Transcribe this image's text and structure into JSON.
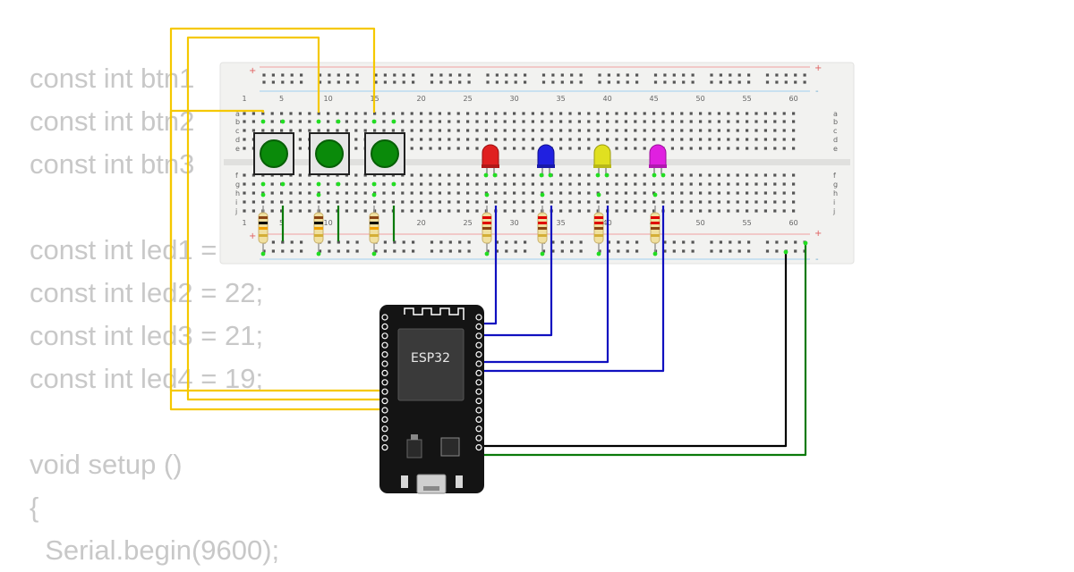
{
  "code_lines": [
    "const int btn1",
    "const int btn2",
    "const int btn3",
    "",
    "const int led1 = ",
    "const int led2 = 22;",
    "const int led3 = 21;",
    "const int led4 = 19;",
    "",
    "void setup ()",
    "{",
    "  Serial.begin(9600);"
  ],
  "breadboard": {
    "column_numbers": [
      "1",
      "5",
      "10",
      "15",
      "20",
      "25",
      "30",
      "35",
      "40",
      "45",
      "50",
      "55",
      "60"
    ],
    "row_letters_top": [
      "a",
      "b",
      "c",
      "d",
      "e"
    ],
    "row_letters_bottom": [
      "f",
      "g",
      "h",
      "i",
      "j"
    ],
    "rail_plus": "+",
    "rail_minus": "-"
  },
  "buttons": [
    {
      "name": "push-button-1",
      "color": "#0a8a0a"
    },
    {
      "name": "push-button-2",
      "color": "#0a8a0a"
    },
    {
      "name": "push-button-3",
      "color": "#0a8a0a"
    }
  ],
  "leds": [
    {
      "name": "led-red",
      "color": "#e02020"
    },
    {
      "name": "led-blue",
      "color": "#2020e0"
    },
    {
      "name": "led-yellow",
      "color": "#e0e020"
    },
    {
      "name": "led-magenta",
      "color": "#e020e0"
    }
  ],
  "esp32": {
    "label": "ESP32"
  },
  "wire_colors": {
    "buttons": "#f5c800",
    "leds": "#1010c0",
    "ground": "#000000",
    "power": "#0a7a0a"
  }
}
